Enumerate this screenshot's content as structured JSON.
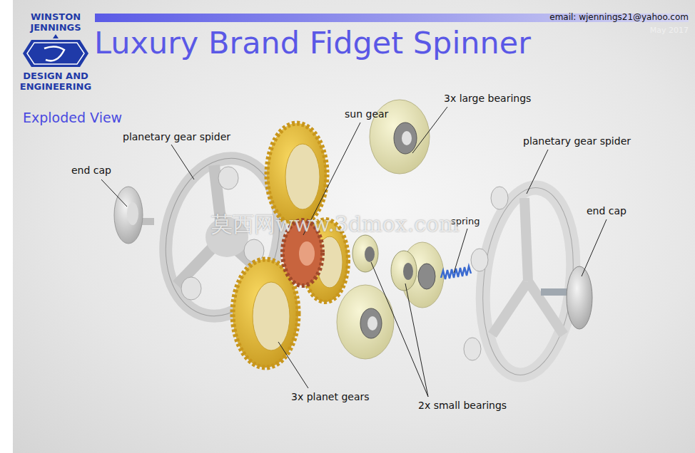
{
  "diagram": {
    "title": "Luxury Brand Fidget Spinner",
    "labels": [
      "WINSTON JENNINGS",
      "DESIGN AND ENGINEERING",
      "email: wjennings21@yahoo.com",
      "May 2017",
      "Exploded View",
      "planetary gear spider",
      "end cap",
      "sun gear",
      "3x large bearings",
      "planetary gear spider",
      "spring",
      "end cap",
      "3x planet gears",
      "2x small bearings",
      "莫西网www.3dmox.com"
    ]
  }
}
